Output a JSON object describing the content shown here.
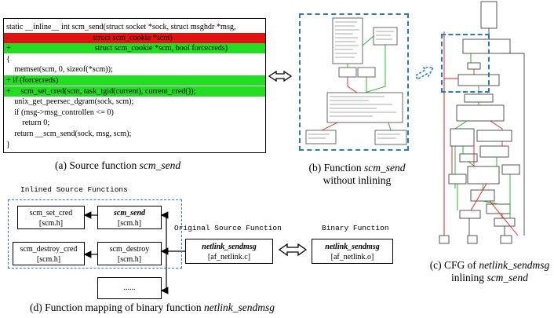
{
  "code": {
    "lines": [
      {
        "text": "static __inline__ int scm_send(struct socket *sock, struct msghdr *msg,",
        "kind": "plain"
      },
      {
        "text": "-                                          struct scm_cookie *scm)",
        "kind": "del"
      },
      {
        "text": "+                                          struct scm_cookie *scm, bool forcecreds)",
        "kind": "add"
      },
      {
        "text": "{",
        "kind": "plain"
      },
      {
        "text": "    memset(scm, 0, sizeof(*scm));",
        "kind": "plain"
      },
      {
        "text": "+ if (forcecreds)",
        "kind": "add"
      },
      {
        "text": "+     scm_set_cred(scm, task_tgid(current), current_cred());",
        "kind": "add"
      },
      {
        "text": "    unix_get_peersec_dgram(sock, scm);",
        "kind": "plain"
      },
      {
        "text": "    if (msg->msg_controllen <= 0)",
        "kind": "plain"
      },
      {
        "text": "        return 0;",
        "kind": "plain"
      },
      {
        "text": "    return __scm_send(sock, msg, scm);",
        "kind": "plain"
      },
      {
        "text": "}",
        "kind": "plain"
      }
    ]
  },
  "captions": {
    "a_prefix": "(a) Source function ",
    "a_name": "scm_send",
    "b_prefix": "(b) Function ",
    "b_name": "scm_send",
    "b_line2": "without inlining",
    "c_prefix": "(c) CFG  of ",
    "c_name": "netlink_sendmsg",
    "c_line2_prefix": "inlining ",
    "c_line2_name": "scm_send",
    "d_prefix": "(d) Function mapping of binary function ",
    "d_name": "netlink_sendmsg"
  },
  "mapping": {
    "inlined_title": "Inlined Source Functions",
    "original_title": "Original Source Function",
    "binary_title": "Binary Function",
    "boxes": {
      "scm_set_cred": {
        "name": "scm_set_cred",
        "file": "[scm.h]"
      },
      "scm_send": {
        "name": "scm_send",
        "file": "[scm.h]"
      },
      "scm_destroy_cred": {
        "name": "scm_destroy_cred",
        "file": "[scm.h]"
      },
      "scm_destroy": {
        "name": "scm_destroy",
        "file": "[scm.h]"
      },
      "netlink_src": {
        "name": "netlink_sendmsg",
        "file": "[af_netlink.c]"
      },
      "netlink_bin": {
        "name": "netlink_sendmsg",
        "file": "[af_netlink.o]"
      },
      "more": {
        "name": "......"
      }
    }
  },
  "colors": {
    "deleted": "#e21212",
    "added": "#22dd22",
    "highlight_dash": "#2a7ac4"
  }
}
